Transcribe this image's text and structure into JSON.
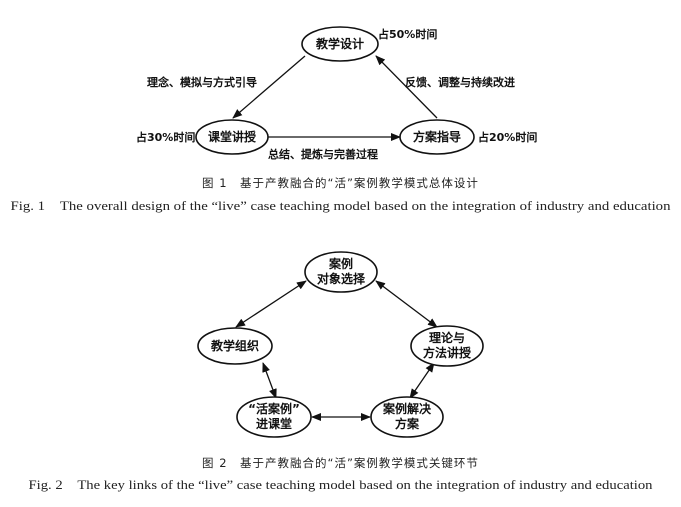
{
  "figure1": {
    "nodes": {
      "top": "教学设计",
      "left": "课堂讲授",
      "right": "方案指导"
    },
    "time_labels": {
      "top": "占50%时间",
      "left": "占30%时间",
      "right": "占20%时间"
    },
    "edge_labels": {
      "top_left": "理念、模拟与方式引导",
      "right_top": "反馈、调整与持续改进",
      "left_right": "总结、提炼与完善过程"
    },
    "caption_zh": "图 1　基于产教融合的“活”案例教学模式总体设计",
    "caption_en": "Fig. 1　The overall design of the “live” case teaching model based on the integration of industry and education"
  },
  "figure2": {
    "nodes": {
      "top_line1": "案例",
      "top_line2": "对象选择",
      "left": "教学组织",
      "right_line1": "理论与",
      "right_line2": "方法讲授",
      "bottom_left_line1": "“活案例”",
      "bottom_left_line2": "进课堂",
      "bottom_right_line1": "案例解决",
      "bottom_right_line2": "方案"
    },
    "caption_zh": "图 2　基于产教融合的“活”案例教学模式关键环节",
    "caption_en": "Fig. 2　The key links of the “live” case teaching model based on the integration of industry and education"
  }
}
